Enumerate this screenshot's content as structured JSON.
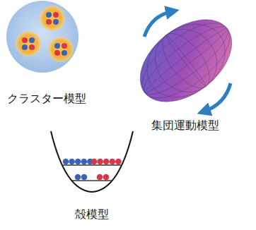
{
  "diagram": {
    "labels": [
      "クラスター模型",
      "集団運動模型",
      "殻模型"
    ]
  }
}
